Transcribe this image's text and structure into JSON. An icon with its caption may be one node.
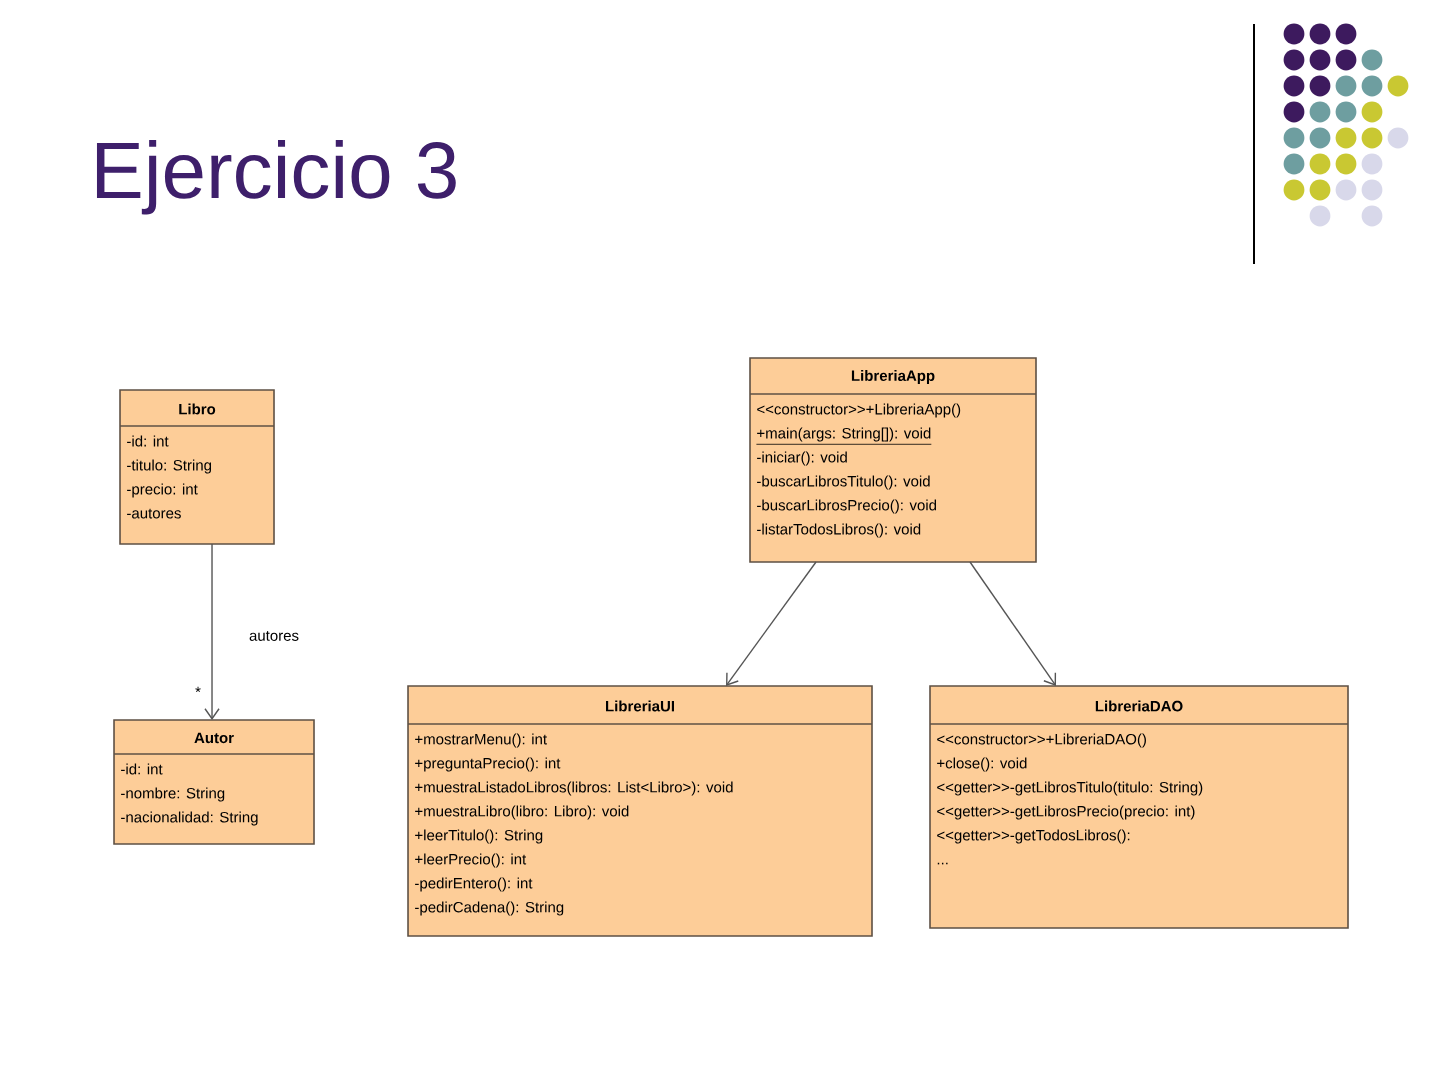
{
  "diagram": {
    "title": "Ejercicio 3",
    "nodes": [
      {
        "text": [
          "Libro",
          "-id: int",
          "-titulo: String",
          "-precio: int",
          "-autores"
        ]
      },
      {
        "text": [
          "LibreriaApp",
          "<<constructor>>+LibreriaApp()",
          "+main(args: String[]): void",
          "-iniciar(): void",
          "-buscarLibrosTitulo(): void",
          "-buscarLibrosPrecio(): void",
          "-listarTodosLibros(): void"
        ]
      },
      {
        "text": [
          "Autor",
          "-id: int",
          "-nombre: String",
          "-nacionalidad: String"
        ]
      },
      {
        "text": [
          "LibreriaUI",
          "+mostrarMenu(): int",
          "+preguntaPrecio(): int",
          "+muestraListadoLibros(libros: List<Libro>): void",
          "+muestraLibro(libro: Libro): void",
          "+leerTitulo(): String",
          "+leerPrecio(): int",
          "-pedirEntero(): int",
          "-pedirCadena(): String"
        ]
      },
      {
        "text": [
          "LibreriaDAO",
          "<<constructor>>+LibreriaDAO()",
          "+close(): void",
          "<<getter>>-getLibrosTitulo(titulo: String)",
          "<<getter>>-getLibrosPrecio(precio: int)",
          "<<getter>>-getTodosLibros():",
          "..."
        ]
      }
    ],
    "edges": [
      {
        "from": 0,
        "to": 2,
        "arrow": "to",
        "label": "autores"
      },
      {
        "from": 1,
        "to": 3,
        "arrow": "to"
      },
      {
        "from": 1,
        "to": 4,
        "arrow": "to"
      }
    ],
    "labels": [
      "*"
    ]
  }
}
